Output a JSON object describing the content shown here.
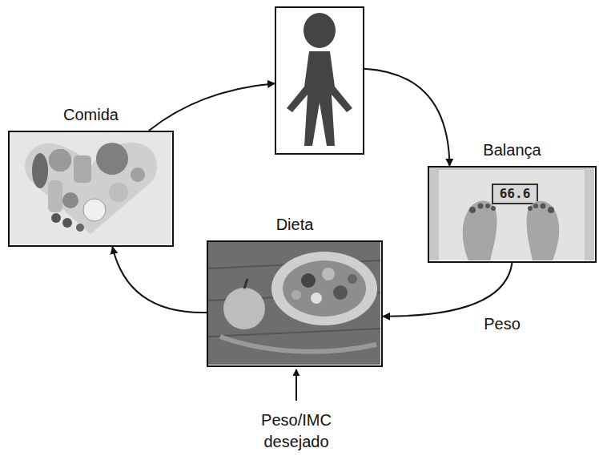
{
  "diagram": {
    "nodes": [
      {
        "text": []
      },
      {
        "text": [
          "Comida"
        ]
      },
      {
        "text": [
          "Balança"
        ]
      },
      {
        "text": [
          "Dieta"
        ]
      }
    ],
    "edges": [
      {
        "from": 1,
        "to": 0,
        "arrow": "to"
      },
      {
        "from": 0,
        "to": 2,
        "arrow": "to"
      },
      {
        "from": 2,
        "to": 3,
        "arrow": "to",
        "label": "Peso"
      },
      {
        "from": 3,
        "to": 1,
        "arrow": "to"
      }
    ],
    "labels": [
      "66.6",
      "Peso/IMC desejado"
    ]
  }
}
